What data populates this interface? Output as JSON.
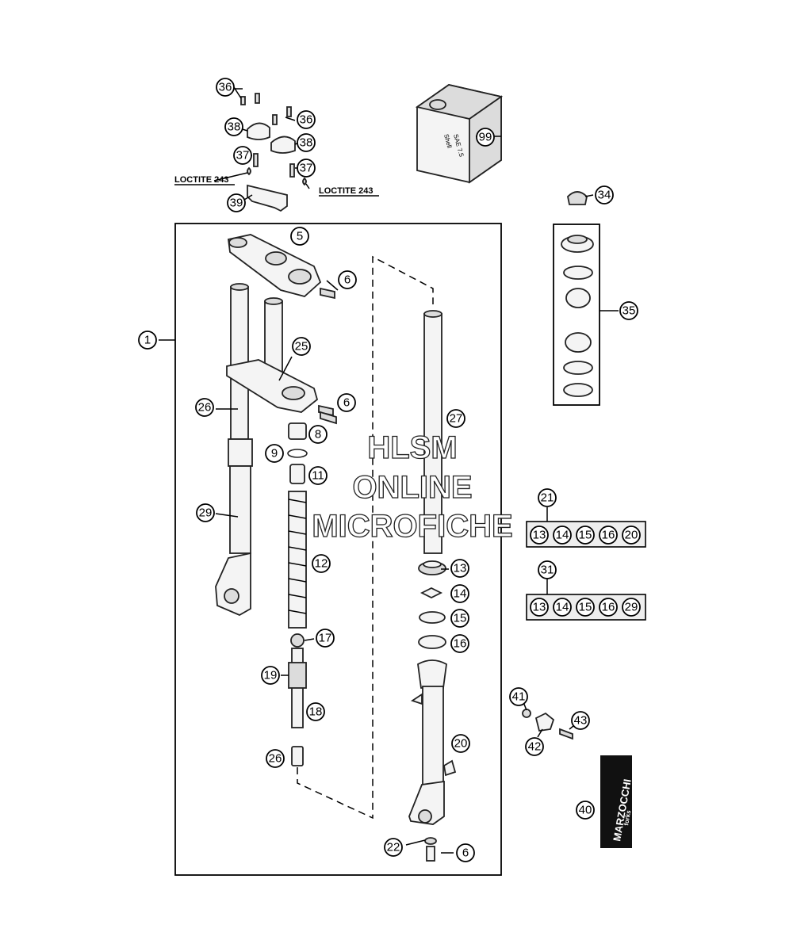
{
  "callouts": {
    "c36a": "36",
    "c36b": "36",
    "c38a": "38",
    "c38b": "38",
    "c37a": "37",
    "c37b": "37",
    "c39": "39",
    "c99": "99",
    "c34": "34",
    "c35": "35",
    "c5": "5",
    "c6a": "6",
    "c6b": "6",
    "c6c": "6",
    "c1": "1",
    "c25": "25",
    "c26a": "26",
    "c26b": "26",
    "c8": "8",
    "c9": "9",
    "c11": "11",
    "c29": "29",
    "c12": "12",
    "c17": "17",
    "c19": "19",
    "c18": "18",
    "c27": "27",
    "c13": "13",
    "c14": "14",
    "c15": "15",
    "c16": "16",
    "c20": "20",
    "c22": "22",
    "c21": "21",
    "c31": "31",
    "c41": "41",
    "c42": "42",
    "c43": "43",
    "c40": "40"
  },
  "kit21": [
    "13",
    "14",
    "15",
    "16",
    "20"
  ],
  "kit31": [
    "13",
    "14",
    "15",
    "16",
    "29"
  ],
  "notes": {
    "loctite_left": "LOCTITE 243",
    "loctite_right": "LOCTITE 243"
  },
  "oil_can_text": [
    "Shell",
    "SAE 7.5"
  ],
  "brand_label": {
    "line1": "MARZOCCHI",
    "line2": "forks"
  },
  "watermark": {
    "line1": "HLSM",
    "line2": "ONLINE",
    "line3": "MICROFICHE"
  }
}
